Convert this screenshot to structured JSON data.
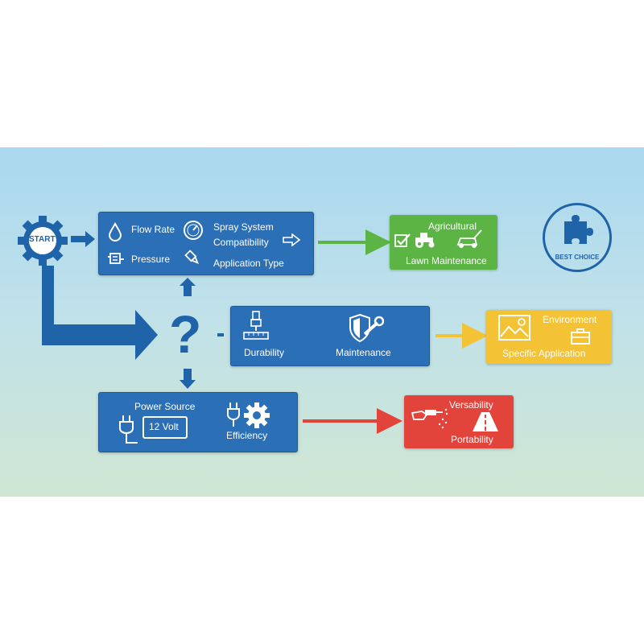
{
  "start": {
    "label": "START"
  },
  "question": {
    "glyph": "?"
  },
  "requirements_box": {
    "flow_rate": "Flow Rate",
    "pressure": "Pressure",
    "spray_system_line1": "Spray System",
    "spray_system_line2": "Compatibility",
    "application_type": "Application Type"
  },
  "agri_box": {
    "agricultural": "Agricultural",
    "lawn": "Lawn Maintenance"
  },
  "durability_box": {
    "durability": "Durability",
    "maintenance": "Maintenance"
  },
  "env_box": {
    "environment": "Environment",
    "specific": "Specific Application"
  },
  "power_box": {
    "power_source": "Power Source",
    "volt": "12 Volt",
    "efficiency": "Efficiency"
  },
  "vers_box": {
    "versability": "Versability",
    "portability": "Portability"
  },
  "badge": {
    "label": "BEST CHOICE"
  },
  "colors": {
    "blue": "#2b6fb6",
    "green": "#5bb444",
    "yellow": "#f3c235",
    "red": "#e2433a",
    "accent": "#1f63a8"
  }
}
